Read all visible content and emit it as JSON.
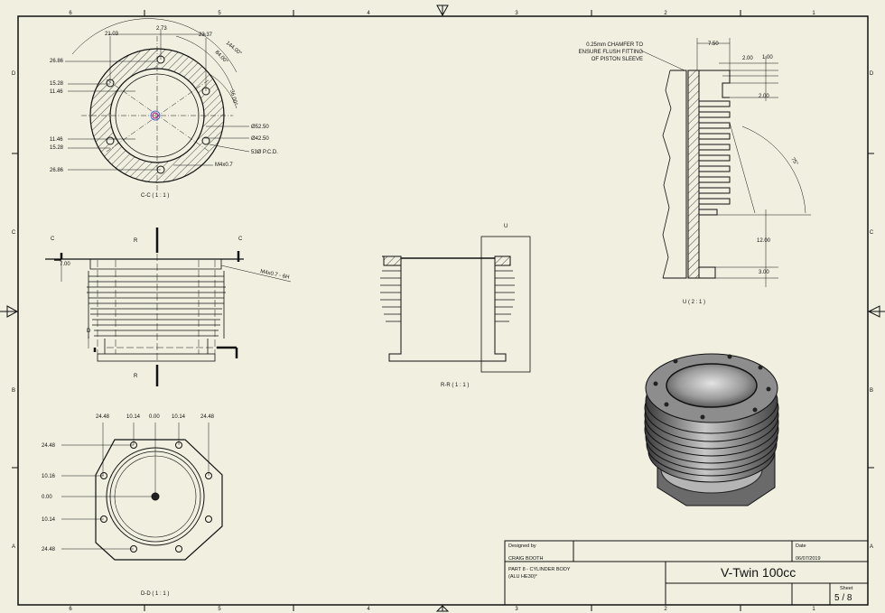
{
  "frame": {
    "zones_top": [
      "6",
      "5",
      "4",
      "3",
      "2",
      "1"
    ],
    "zones_side": [
      "D",
      "C",
      "B",
      "A"
    ]
  },
  "view_cc": {
    "label": "C-C ( 1 : 1 )",
    "dims_top": [
      "21.03",
      "2.73",
      "23.37"
    ],
    "dims_left": [
      "26.86",
      "15.28",
      "11.46",
      "11.46",
      "15.28",
      "26.86"
    ],
    "angles": [
      "144.00°",
      "84.00°",
      "36.00°"
    ],
    "notes": [
      "Ø52.50",
      "Ø42.50",
      "53Ø P.C.D.",
      "M4x0.7"
    ]
  },
  "view_main": {
    "section_marks": [
      "C",
      "C",
      "R",
      "R",
      "D"
    ],
    "dim_left": "7.00",
    "thread_note": "M4x0.7 - 6H"
  },
  "view_rr": {
    "label": "R-R ( 1 : 1 )",
    "detail_mark": "U"
  },
  "view_dd": {
    "label": "D-D ( 1 : 1 )",
    "dims_top": [
      "24.48",
      "10.14",
      "0.00",
      "10.14",
      "24.48"
    ],
    "dims_left": [
      "24.48",
      "10.16",
      "0.00",
      "10.14",
      "24.48"
    ]
  },
  "view_u": {
    "label": "U ( 2 : 1 )",
    "note_lines": [
      "0.25mm CHAMFER TO",
      "ENSURE FLUSH FITTING",
      "OF PISTON SLEEVE"
    ],
    "dims": [
      "7.50",
      "2.00",
      "1.00",
      "2.00",
      "12.00",
      "3.00"
    ],
    "angle": "75°"
  },
  "title_block": {
    "designed_by_label": "Designed by",
    "designer": "CRAIG BOOTH",
    "date_label": "Date",
    "date": "06/07/2019",
    "part": "PART 8 - CYLINDER BODY",
    "material": "(ALU HE30)*",
    "title": "V-Twin 100cc",
    "sheet_label": "Sheet",
    "sheet": "5 / 8"
  }
}
